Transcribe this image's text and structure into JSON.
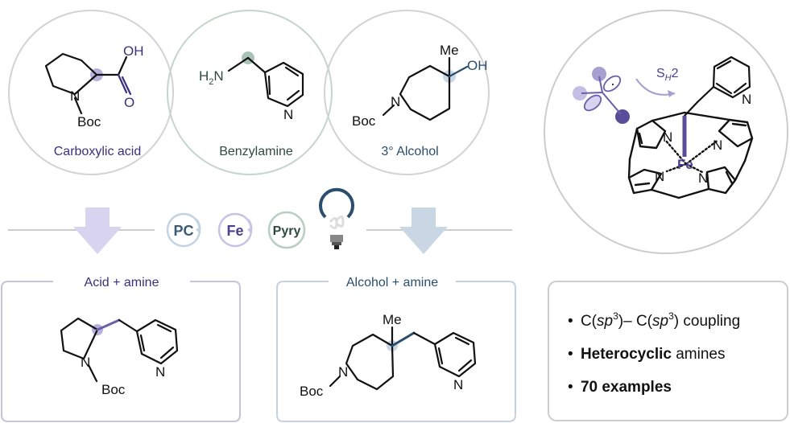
{
  "reagents": {
    "acid": {
      "label": "Carboxylic acid",
      "atoms": {
        "oh": "OH",
        "o": "O",
        "n": "N",
        "pg": "Boc"
      }
    },
    "amine": {
      "label": "Benzylamine",
      "atoms": {
        "h": "H",
        "sub": "2",
        "n": "N",
        "py": "N"
      }
    },
    "alcohol": {
      "label": "3° Alcohol",
      "atoms": {
        "me": "Me",
        "oh": "OH",
        "n": "N",
        "pg": "Boc"
      }
    }
  },
  "catalysts": [
    {
      "label": "PC"
    },
    {
      "label": "Fe"
    },
    {
      "label": "Pyry"
    }
  ],
  "products": {
    "acid_amine": {
      "title": "Acid + amine",
      "atoms": {
        "n": "N",
        "pg": "Boc",
        "py": "N"
      }
    },
    "alcohol_amine": {
      "title": "Alcohol + amine",
      "atoms": {
        "me": "Me",
        "n": "N",
        "pg": "Boc",
        "py": "N"
      }
    }
  },
  "mechanism": {
    "sh2": {
      "s": "S",
      "h": "H",
      "two": "2"
    },
    "atoms": {
      "fe": "Fe",
      "n_top_left": "N",
      "n_top_right": "N",
      "n_bottom_left": "N",
      "n_bottom_right": "N",
      "py": "N",
      "radical": "·"
    }
  },
  "summary": {
    "bullet": "•",
    "items": [
      {
        "parts": [
          "C(",
          "sp",
          "3",
          ")– C(",
          "sp",
          "3",
          ") coupling"
        ]
      },
      {
        "bold": "Heterocyclic",
        "rest": " amines"
      },
      {
        "bold": "70 examples",
        "rest": ""
      }
    ]
  },
  "colors": {
    "acid": "#3b2f7e",
    "amine": "#2e4a3f",
    "alcohol": "#2b4d6e",
    "highlight_purple": "#b7b0dc",
    "highlight_green": "#a9c4b6",
    "arrow_purple": "#d8d3ee",
    "arrow_blue": "#c9d7e4",
    "frame": "#cccccc",
    "bond": "#111111",
    "fe": "#4b3f8f"
  }
}
